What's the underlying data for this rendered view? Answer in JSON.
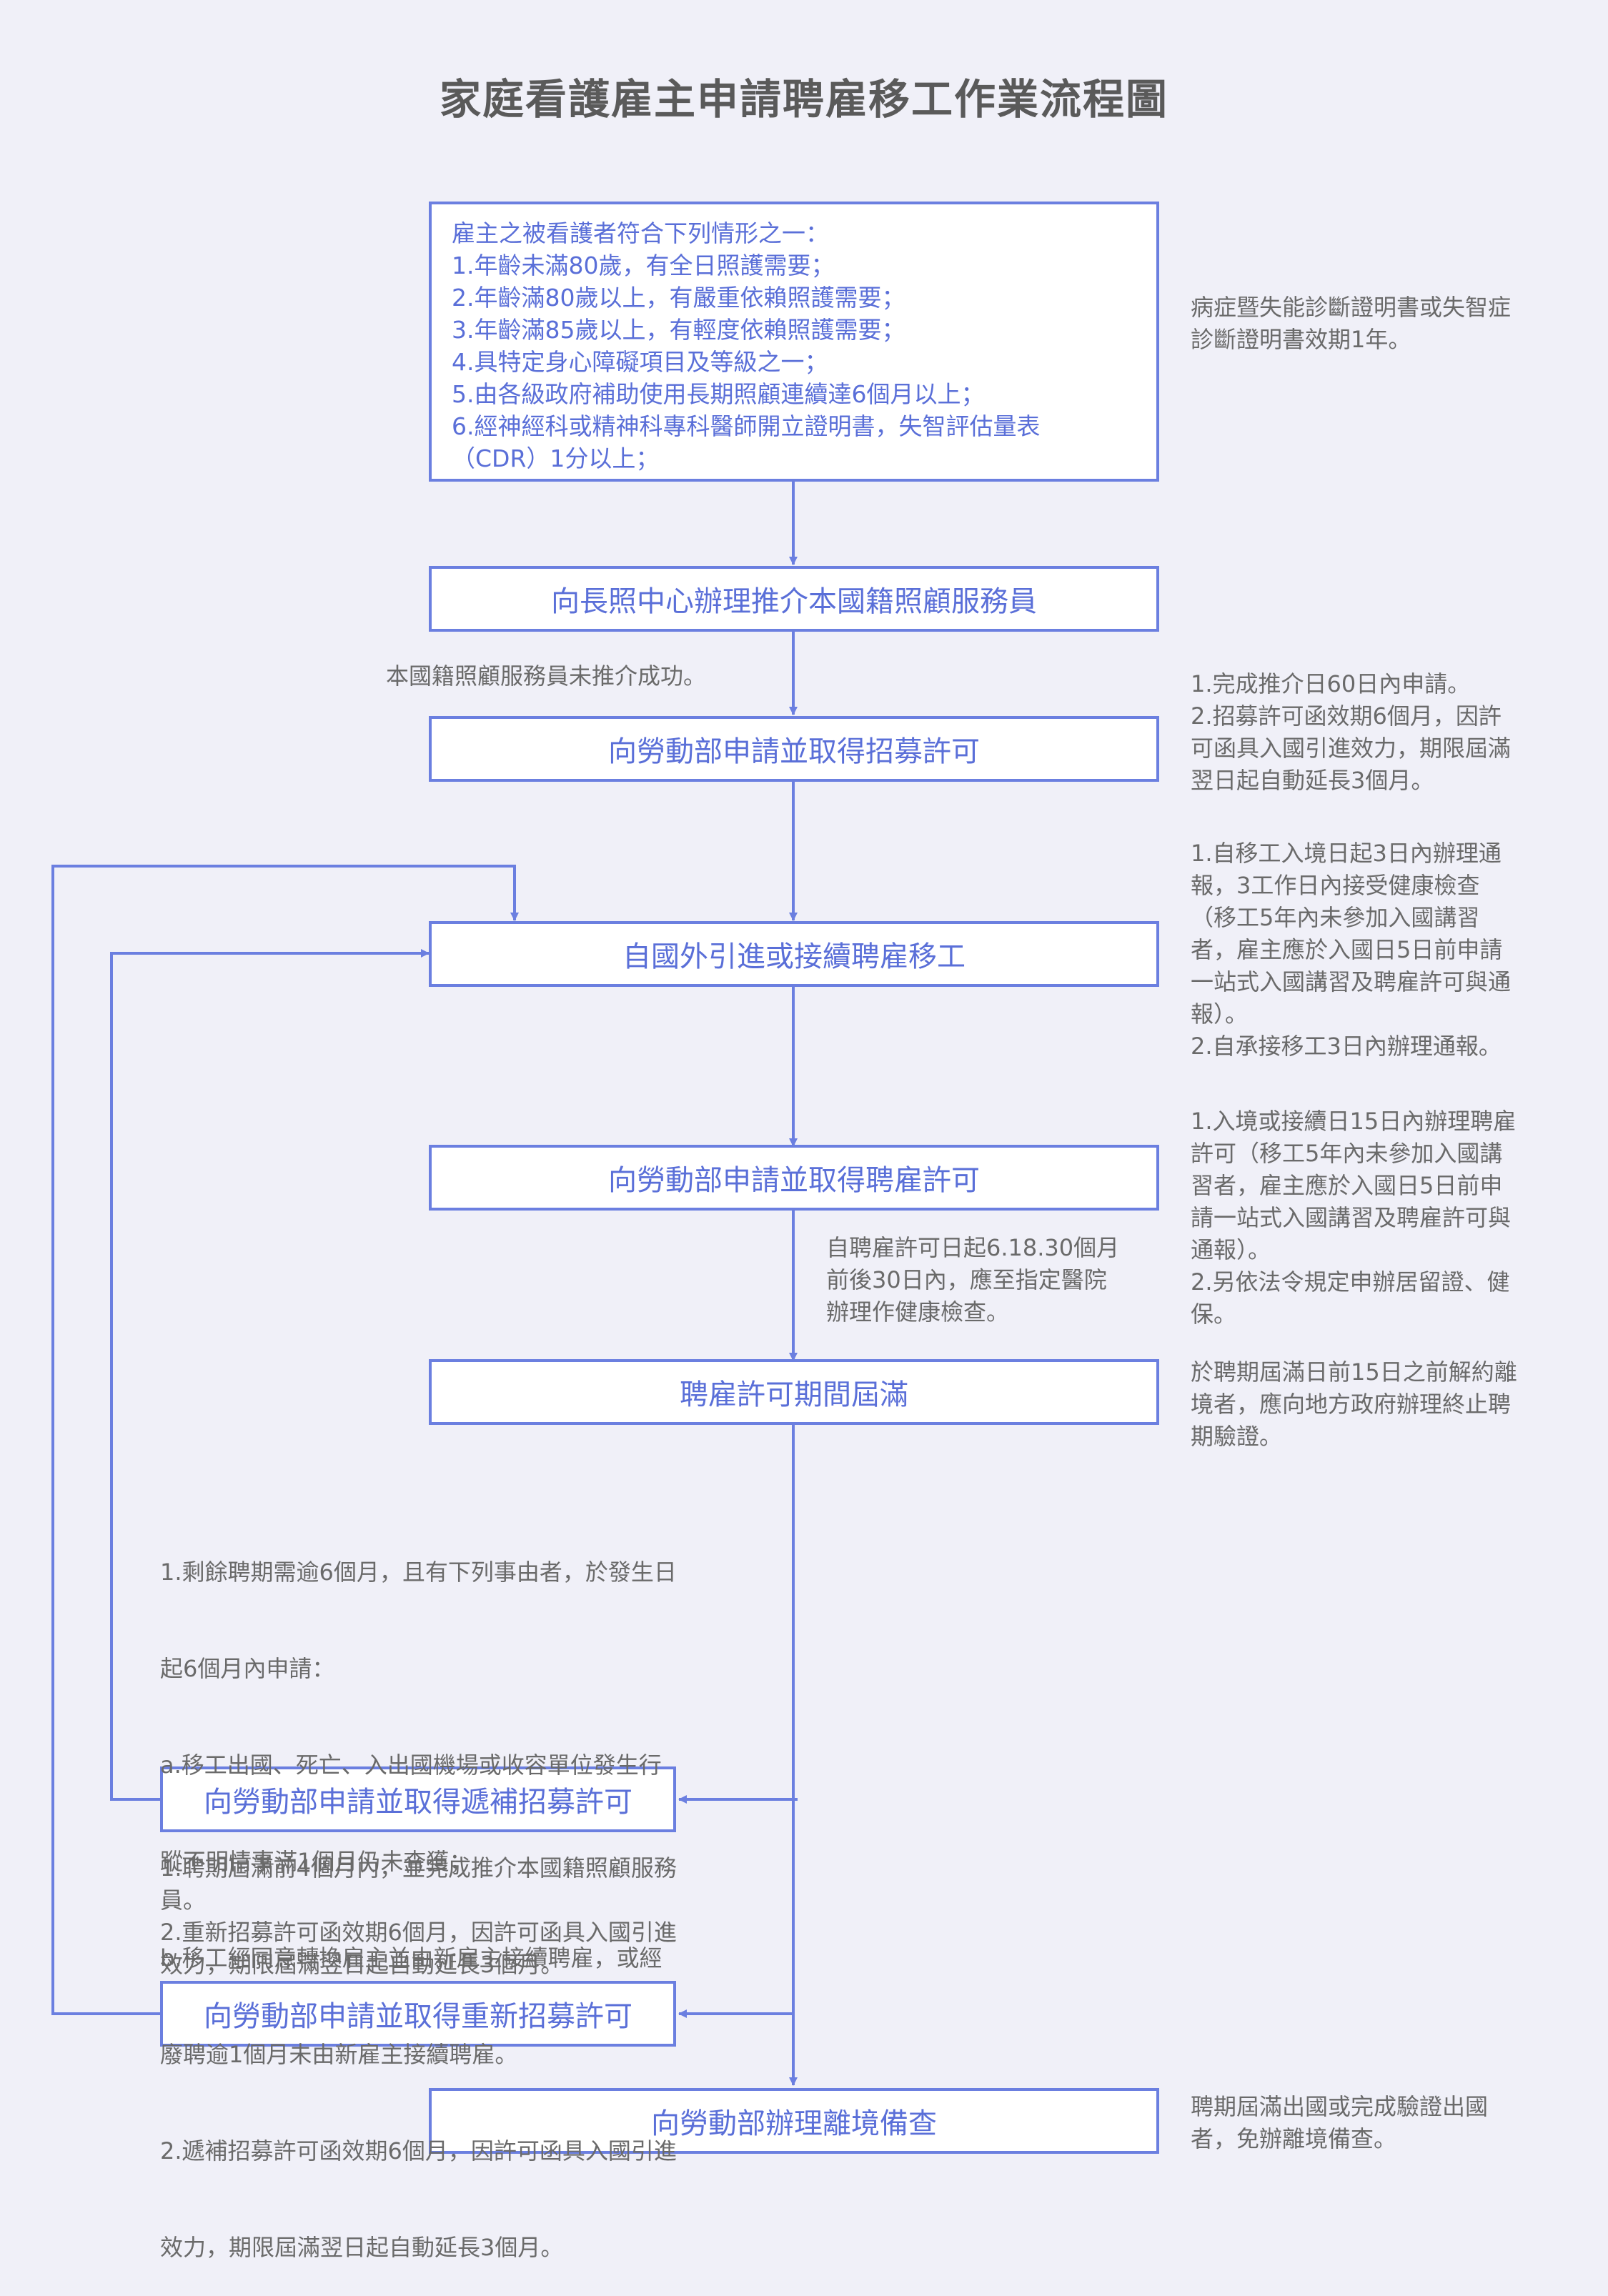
{
  "title": "家庭看護雇主申請聘雇移工作業流程圖",
  "colors": {
    "accent": "#6b7fe0",
    "text": "#5a6fd8",
    "note": "#6a6a6a",
    "background": "#f0f0f8"
  },
  "condition_box": {
    "lines": [
      "雇主之被看護者符合下列情形之一：",
      "1.年齡未滿80歲，有全日照護需要；",
      "2.年齡滿80歲以上，有嚴重依賴照護需要；",
      "3.年齡滿85歲以上，有輕度依賴照護需要；",
      "4.具特定身心障礙項目及等級之一；",
      "5.由各級政府補助使用長期照顧連續達6個月以上；",
      "6.經神經科或精神科專科醫師開立證明書，失智評估量表",
      "（CDR）1分以上；"
    ]
  },
  "steps": {
    "recommend": "向長照中心辦理推介本國籍照顧服務員",
    "recruit": "向勞動部申請並取得招募許可",
    "import": "自國外引進或接續聘雇移工",
    "employ": "向勞動部申請並取得聘雇許可",
    "expire": "聘雇許可期間屆滿",
    "replace": "向勞動部申請並取得遞補招募許可",
    "rerecruit": "向勞動部申請並取得重新招募許可",
    "depart": "向勞動部辦理離境備查"
  },
  "notes": {
    "cert": [
      "病症暨失能診斷證明書或失智症",
      "診斷證明書效期1年。"
    ],
    "not_recommended": [
      "本國籍照顧服務員未推介成功。"
    ],
    "recruit": [
      "1.完成推介日60日內申請。",
      "2.招募許可函效期6個月，因許",
      "可函具入國引進效力，期限屆滿",
      "翌日起自動延長3個月。"
    ],
    "import": [
      "1.自移工入境日起3日內辦理通",
      "報，3工作日內接受健康檢查",
      "（移工5年內未參加入國講習",
      "者，雇主應於入國日5日前申請",
      "一站式入國講習及聘雇許可與通",
      "報）。",
      "2.自承接移工3日內辦理通報。"
    ],
    "employ": [
      "1.入境或接續日15日內辦理聘雇",
      "許可（移工5年內未參加入國講",
      "習者，雇主應於入國日5日前申",
      "請一站式入國講習及聘雇許可與",
      "通報）。",
      "2.另依法令規定申辦居留證、健",
      "保。"
    ],
    "health": [
      "自聘雇許可日起6.18.30個月",
      "前後30日內，應至指定醫院",
      "辦理作健康檢查。"
    ],
    "expire": [
      "於聘期屆滿日前15日之前解約離",
      "境者，應向地方政府辦理終止聘",
      "期驗證。"
    ],
    "replace": [
      "1.剩餘聘期需逾6個月，且有下列事由者，於發生日",
      "起6個月內申請：",
      "  a.移工出國、死亡、入出國機場或收容單位發生行",
      "  蹤不明情事滿1個月仍未查獲；",
      "  b.移工經同意轉換雇主並由新雇主接續聘雇，或經",
      "  廢聘逾1個月未由新雇主接續聘雇。",
      "2.遞補招募許可函效期6個月，因許可函具入國引進",
      "效力，期限屆滿翌日起自動延長3個月。"
    ],
    "rerecruit": [
      "1.聘期屆滿前4個月內，並完成推介本國籍照顧服務",
      "員。",
      "2.重新招募許可函效期6個月，因許可函具入國引進",
      "效力，期限屆滿翌日起自動延長3個月。"
    ],
    "depart": [
      "聘期屆滿出國或完成驗證出國",
      "者，免辦離境備查。"
    ]
  }
}
